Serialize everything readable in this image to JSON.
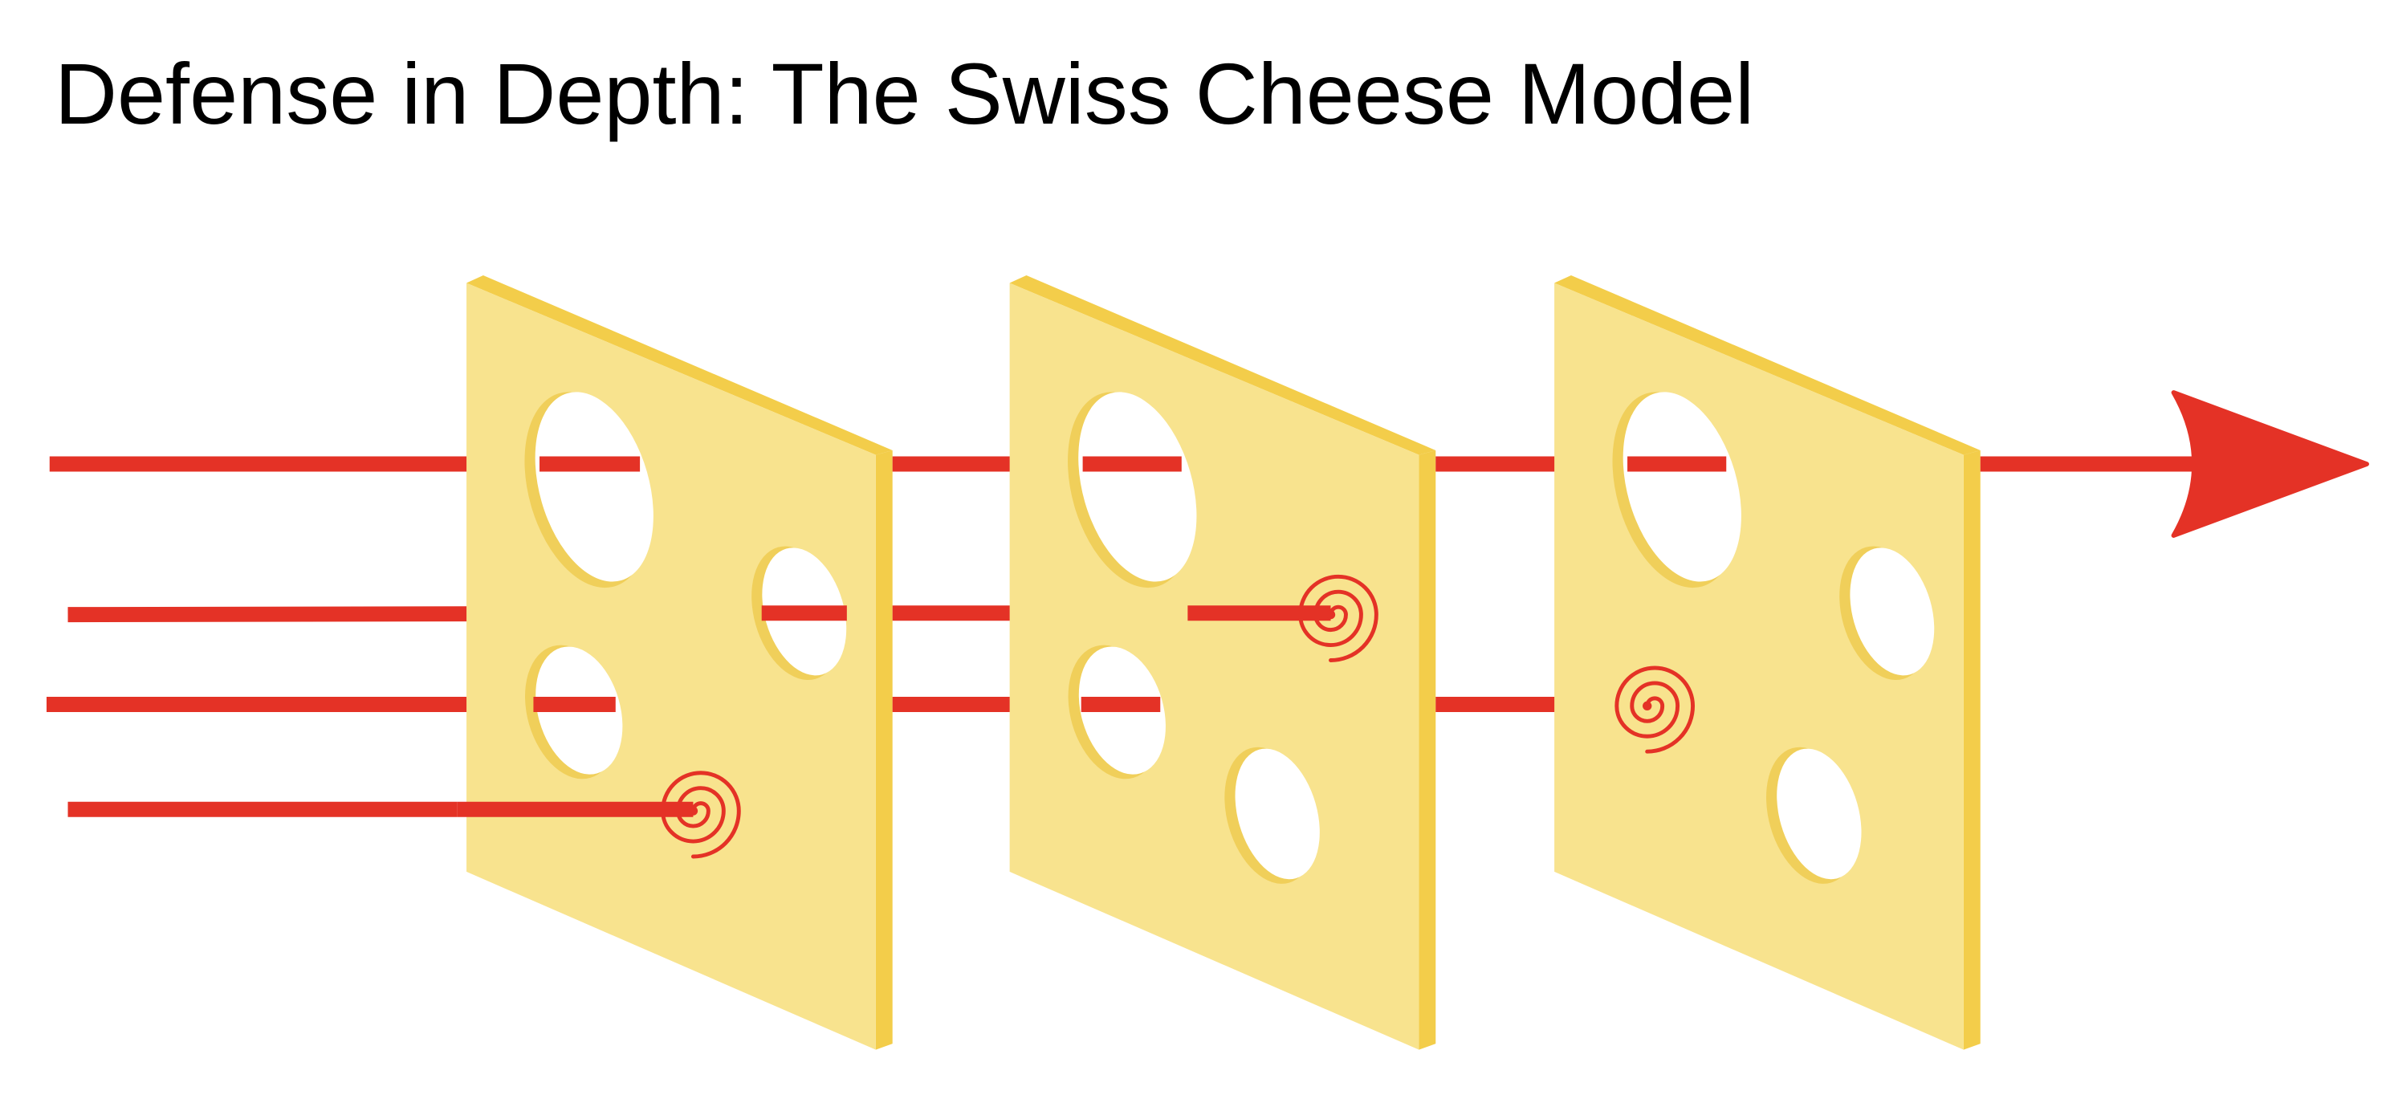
{
  "title": "Defense in Depth: The Swiss Cheese Model",
  "colors": {
    "background": "#ffffff",
    "slice_face": "#f8e38e",
    "slice_edge": "#f3cd4a",
    "hole_rim": "#f0cf5a",
    "hole": "#ffffff",
    "threat": "#e43226"
  },
  "diagram": {
    "slices": 3,
    "trajectories": [
      {
        "passes_layers": 3,
        "outcome": "passes through all layers"
      },
      {
        "passes_layers": 1,
        "outcome": "stopped at layer 2"
      },
      {
        "passes_layers": 2,
        "outcome": "stopped at layer 3"
      },
      {
        "passes_layers": 0,
        "outcome": "stopped at layer 1"
      }
    ]
  }
}
